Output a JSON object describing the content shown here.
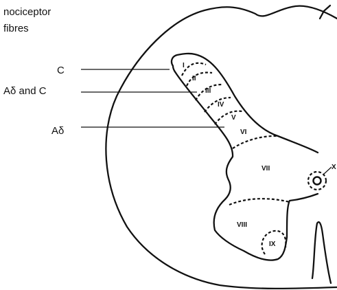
{
  "heading": {
    "line1": "nociceptor",
    "line2": "fibres"
  },
  "fibre_labels": {
    "c": "C",
    "a_delta_and_c": "Aδ and C",
    "a_delta": "Aδ"
  },
  "laminae": [
    "I",
    "II",
    "III",
    "IV",
    "V",
    "VI",
    "VII",
    "VIII",
    "IX",
    "X"
  ]
}
